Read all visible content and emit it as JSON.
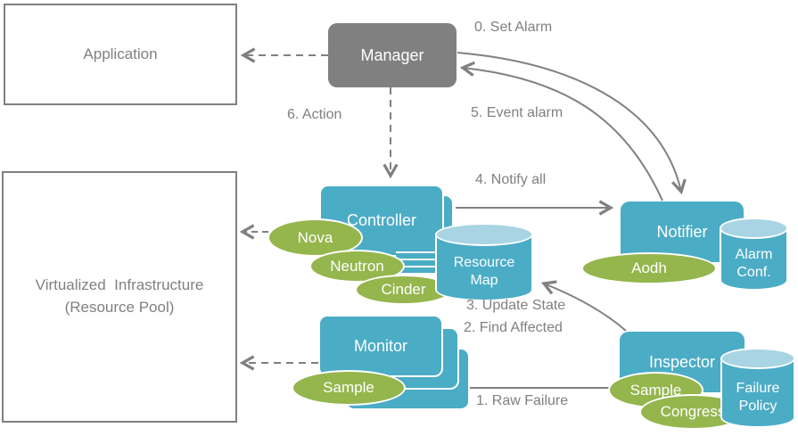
{
  "colors": {
    "accent_teal": "#4BACC6",
    "accent_green": "#94B64D",
    "line_gray": "#808080",
    "cylinder_top_blue": "#A8D4E4",
    "label_white": "#FFFFFF"
  },
  "nodes": {
    "application": {
      "label": "Application"
    },
    "virtualized_infrastructure": {
      "line1": "Virtualized  Infrastructure",
      "line2": "(Resource Pool)"
    },
    "manager": {
      "label": "Manager"
    },
    "controller": {
      "label": "Controller"
    },
    "monitor": {
      "label": "Monitor"
    },
    "notifier": {
      "label": "Notifier"
    },
    "inspector": {
      "label": "Inspector"
    }
  },
  "datastores": {
    "resource_map": {
      "line1": "Resource",
      "line2": "Map"
    },
    "alarm_conf": {
      "line1": "Alarm",
      "line2": "Conf."
    },
    "failure_policy": {
      "line1": "Failure",
      "line2": "Policy"
    }
  },
  "plugins": {
    "nova": {
      "label": "Nova"
    },
    "neutron": {
      "label": "Neutron"
    },
    "cinder": {
      "label": "Cinder"
    },
    "aodh": {
      "label": "Aodh"
    },
    "monitor_sample": {
      "label": "Sample"
    },
    "inspector_sample": {
      "label": "Sample"
    },
    "congress": {
      "label": "Congress"
    }
  },
  "flows": {
    "set_alarm": {
      "label": "0. Set Alarm"
    },
    "raw_failure": {
      "label": "1. Raw Failure"
    },
    "find_affected": {
      "label": "2. Find Affected"
    },
    "update_state": {
      "label": "3. Update State"
    },
    "notify_all": {
      "label": "4. Notify all"
    },
    "event_alarm": {
      "label": "5. Event alarm"
    },
    "action": {
      "label": "6. Action"
    }
  }
}
